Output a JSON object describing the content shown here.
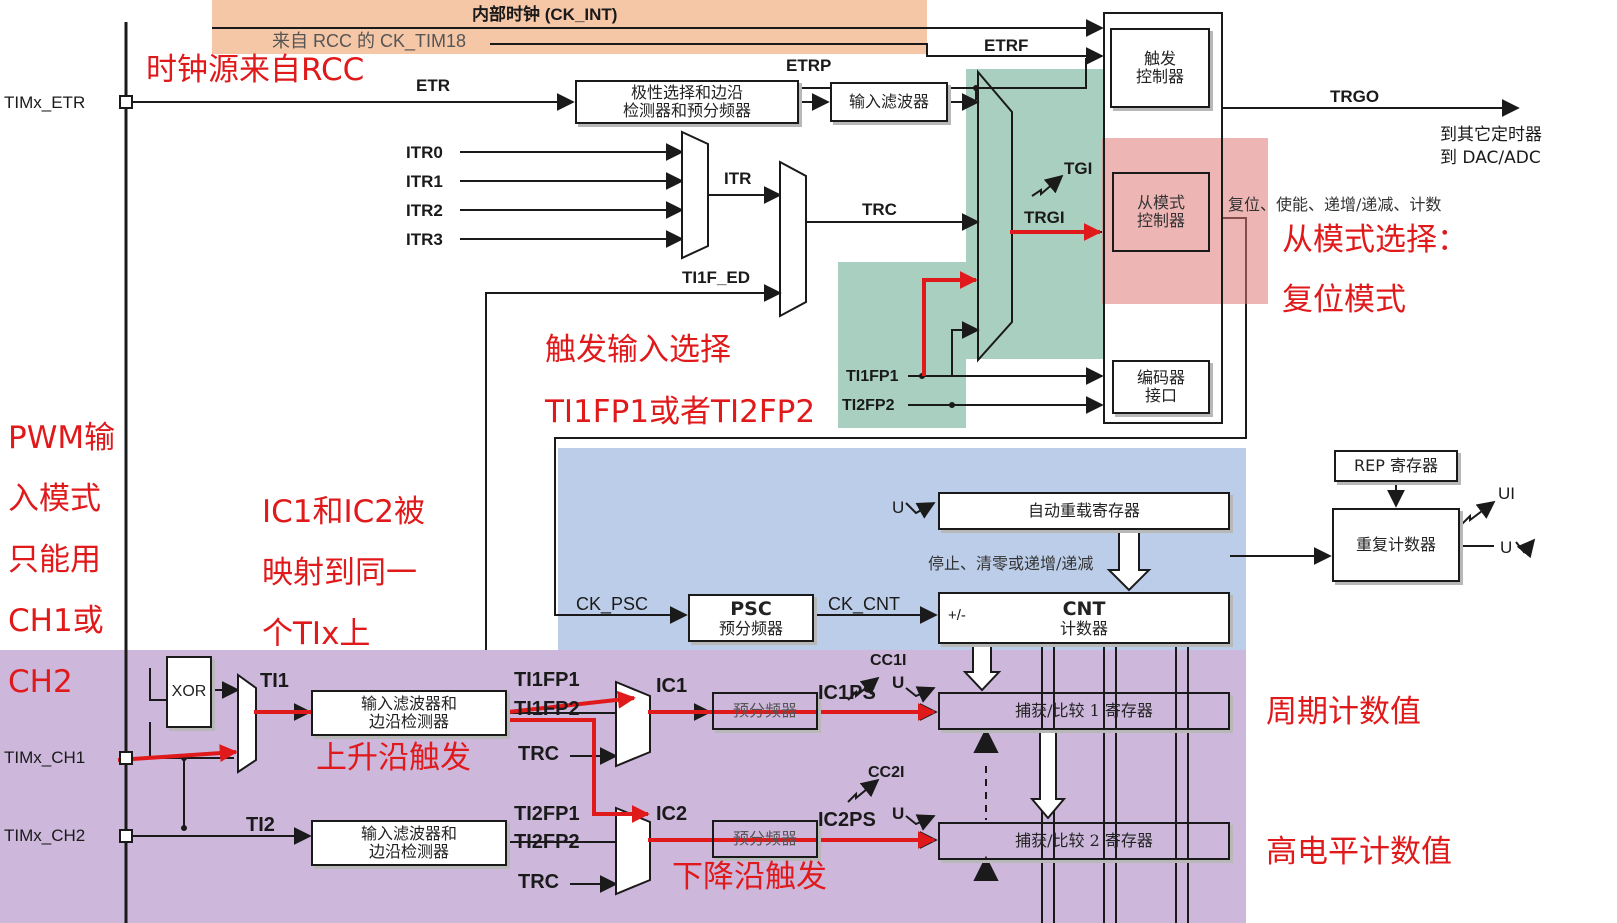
{
  "header": {
    "internal_clock": "内部时钟 (CK_INT)",
    "from_rcc": "来自 RCC 的 CK_TIM18"
  },
  "signals": {
    "etr": "ETR",
    "etrp": "ETRP",
    "etrf": "ETRF",
    "trgo": "TRGO",
    "trgo_dest_line1": "到其它定时器",
    "trgo_dest_line2": "到 DAC/ADC",
    "itr": [
      "ITR0",
      "ITR1",
      "ITR2",
      "ITR3"
    ],
    "itr_mux_out": "ITR",
    "trc": "TRC",
    "ti1f_ed": "TI1F_ED",
    "tgi": "TGI",
    "trgi": "TRGI",
    "ti1fp1": "TI1FP1",
    "ti2fp2": "TI2FP2",
    "slave_outputs": "复位、使能、递增/递减、计数",
    "u": "U",
    "ui": "UI",
    "stop_clear": "停止、清零或递增/递减",
    "ck_psc": "CK_PSC",
    "ck_cnt": "CK_CNT",
    "plus_minus": "+/-",
    "ti1": "TI1",
    "ti2": "TI2",
    "xor": "XOR",
    "ch1_ti1fp1": "TI1FP1",
    "ch1_ti1fp2": "TI1FP2",
    "ch1_trc": "TRC",
    "ch2_ti2fp1": "TI2FP1",
    "ch2_ti2fp2": "TI2FP2",
    "ch2_trc": "TRC",
    "ic1": "IC1",
    "ic2": "IC2",
    "ic1ps": "IC1PS",
    "ic2ps": "IC2PS",
    "cc1i": "CC1I",
    "cc2i": "CC2I"
  },
  "pins": {
    "etr": "TIMx_ETR",
    "ch1": "TIMx_CH1",
    "ch2": "TIMx_CH2"
  },
  "blocks": {
    "polarity_line1": "极性选择和边沿",
    "polarity_line2": "检测器和预分频器",
    "input_filter": "输入滤波器",
    "trigger_ctrl_line1": "触发",
    "trigger_ctrl_line2": "控制器",
    "slave_ctrl_line1": "从模式",
    "slave_ctrl_line2": "控制器",
    "encoder_line1": "编码器",
    "encoder_line2": "接口",
    "rep_register": "REP 寄存器",
    "rep_counter": "重复计数器",
    "auto_reload": "自动重载寄存器",
    "psc_title": "PSC",
    "psc_sub": "预分频器",
    "cnt_title": "CNT",
    "cnt_sub": "计数器",
    "ch_filter_line1": "输入滤波器和",
    "ch_filter_line2": "边沿检测器",
    "prescaler": "预分频器",
    "capture1": "捕获/比较 1 寄存器",
    "capture2": "捕获/比较 2 寄存器"
  },
  "annotations": {
    "clock_source": "时钟源来自RCC",
    "slave_mode_select": "从模式选择：",
    "reset_mode": "复位模式",
    "trigger_input_select": "触发输入选择",
    "ti1fp1_or_ti2fp2": "TI1FP1或者TI2FP2",
    "pwm_lines": [
      "PWM输",
      "入模式",
      "只能用",
      "CH1或",
      "CH2"
    ],
    "ic_lines": [
      "IC1和IC2被",
      "映射到同一",
      "个TIx上"
    ],
    "rising_edge": "上升沿触发",
    "falling_edge": "下降沿触发",
    "period_count": "周期计数值",
    "high_level_count": "高电平计数值"
  },
  "colors": {
    "highlight_red": "#e0191b",
    "clock_band": "#f5c7a7",
    "trigger_band": "#a9cfc1",
    "slave_highlight": "#e69a9b",
    "counter_band": "#bccde9",
    "channel_band": "#cdb8dc"
  }
}
